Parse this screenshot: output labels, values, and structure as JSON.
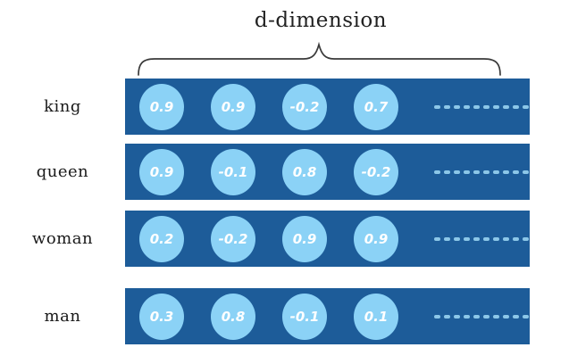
{
  "title": "d-dimension",
  "colors": {
    "bar": "#1d5c99",
    "circle": "#8bd2f6",
    "dash": "#8cc7e8",
    "value_text": "#ffffff",
    "label_text": "#1a1a1a",
    "brace": "#3a3a3a"
  },
  "rows": [
    {
      "label": "king",
      "values": [
        "0.9",
        "0.9",
        "-0.2",
        "0.7"
      ]
    },
    {
      "label": "queen",
      "values": [
        "0.9",
        "-0.1",
        "0.8",
        "-0.2"
      ]
    },
    {
      "label": "woman",
      "values": [
        "0.2",
        "-0.2",
        "0.9",
        "0.9"
      ]
    },
    {
      "label": "man",
      "values": [
        "0.3",
        "0.8",
        "-0.1",
        "0.1"
      ]
    }
  ],
  "ellipsis": {
    "dash_count": 10
  }
}
